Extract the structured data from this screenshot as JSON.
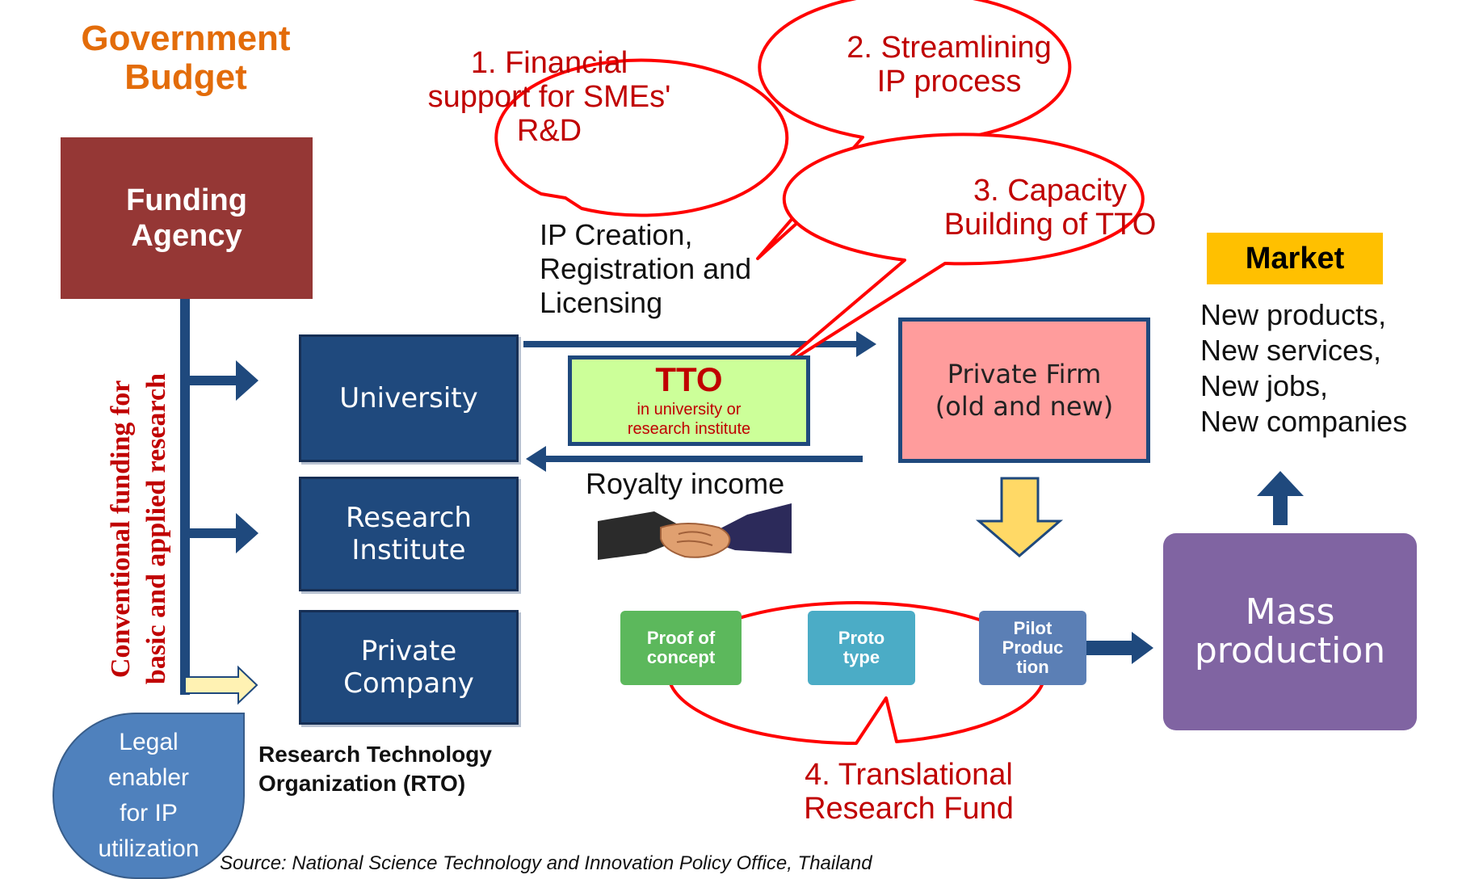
{
  "government_budget": "Government\nBudget",
  "funding_agency": "Funding\nAgency",
  "conventional_funding": "Conventional funding for\nbasic and applied research",
  "university": "University",
  "research_institute": "Research\nInstitute",
  "private_company": "Private\nCompany",
  "rto_label": "Research Technology\nOrganization (RTO)",
  "legal_enabler": "Legal\nenabler\nfor IP\nutilization",
  "ip_creation": "IP Creation,\nRegistration and\nLicensing",
  "tto_title": "TTO",
  "tto_sub": "in university or\nresearch institute",
  "royalty_income": "Royalty income",
  "private_firm": "Private Firm\n(old and new)",
  "market": "Market",
  "market_outcomes": "New products,\nNew services,\nNew jobs,\nNew companies",
  "stages": [
    {
      "label": "Proof of\nconcept",
      "color": "#5cb85c"
    },
    {
      "label": "Proto\ntype",
      "color": "#4bacc6"
    },
    {
      "label": "Pilot\nProduc\ntion",
      "color": "#5b7fb5"
    }
  ],
  "mass_production": "Mass\nproduction",
  "callouts": {
    "c1": "1. Financial\nsupport for SMEs'\nR&D",
    "c2": "2. Streamlining\nIP process",
    "c3": "3. Capacity\nBuilding of TTO",
    "c4": "4. Translational\nResearch Fund"
  },
  "source": "Source: National Science Technology and Innovation Policy Office, Thailand",
  "colors": {
    "navy": "#1f497d",
    "funding": "#953735",
    "callout": "#ff0000",
    "market": "#ffc000",
    "mass": "#8064a2",
    "legal": "#4f81bd"
  }
}
